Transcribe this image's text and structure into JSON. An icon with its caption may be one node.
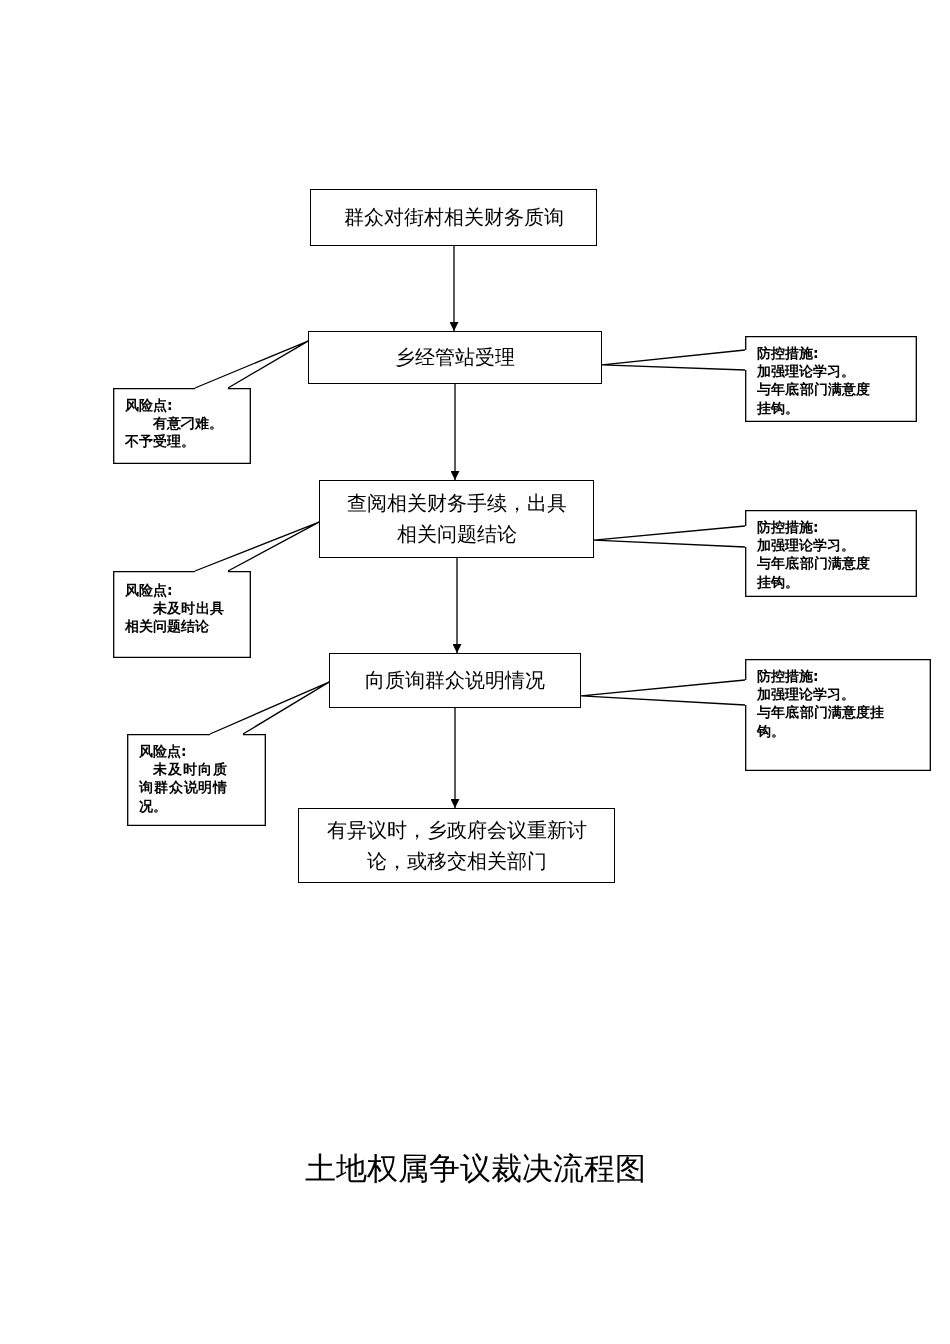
{
  "diagram": {
    "title": "土地权属争议裁决流程图",
    "nodes": [
      {
        "text": [
          "群众对街村相关财务质询"
        ]
      },
      {
        "text": [
          "乡经管站受理"
        ]
      },
      {
        "text": [
          "防控措施:",
          "加强理论学习。",
          "与年底部门满意度挂钩。"
        ]
      },
      {
        "text": [
          "风险点:",
          "有意刁难。",
          "不予受理。"
        ]
      },
      {
        "text": [
          "查阅相关财务手续，出具相关问题结论"
        ]
      },
      {
        "text": [
          "防控措施:",
          "加强理论学习。",
          "与年底部门满意度挂钩。"
        ]
      },
      {
        "text": [
          "风险点:",
          "未及时出具相关问题结论"
        ]
      },
      {
        "text": [
          "向质询群众说明情况"
        ]
      },
      {
        "text": [
          "防控措施:",
          "加强理论学习。",
          "与年底部门满意度挂钩。"
        ]
      },
      {
        "text": [
          "风险点:",
          "未及时向质询群众说明情况。"
        ]
      },
      {
        "text": [
          "有异议时，乡政府会议重新讨论，或移交相关部门"
        ]
      }
    ],
    "edges": [
      {
        "from": 0,
        "to": 1,
        "arrow": "to"
      },
      {
        "from": 1,
        "to": 4,
        "arrow": "to"
      },
      {
        "from": 4,
        "to": 7,
        "arrow": "to"
      },
      {
        "from": 7,
        "to": 10,
        "arrow": "to"
      },
      {
        "from": 2,
        "to": 1,
        "arrow": "none"
      },
      {
        "from": 3,
        "to": 1,
        "arrow": "none"
      },
      {
        "from": 5,
        "to": 4,
        "arrow": "none"
      },
      {
        "from": 6,
        "to": 4,
        "arrow": "none"
      },
      {
        "from": 8,
        "to": 7,
        "arrow": "none"
      },
      {
        "from": 9,
        "to": 7,
        "arrow": "none"
      }
    ]
  }
}
